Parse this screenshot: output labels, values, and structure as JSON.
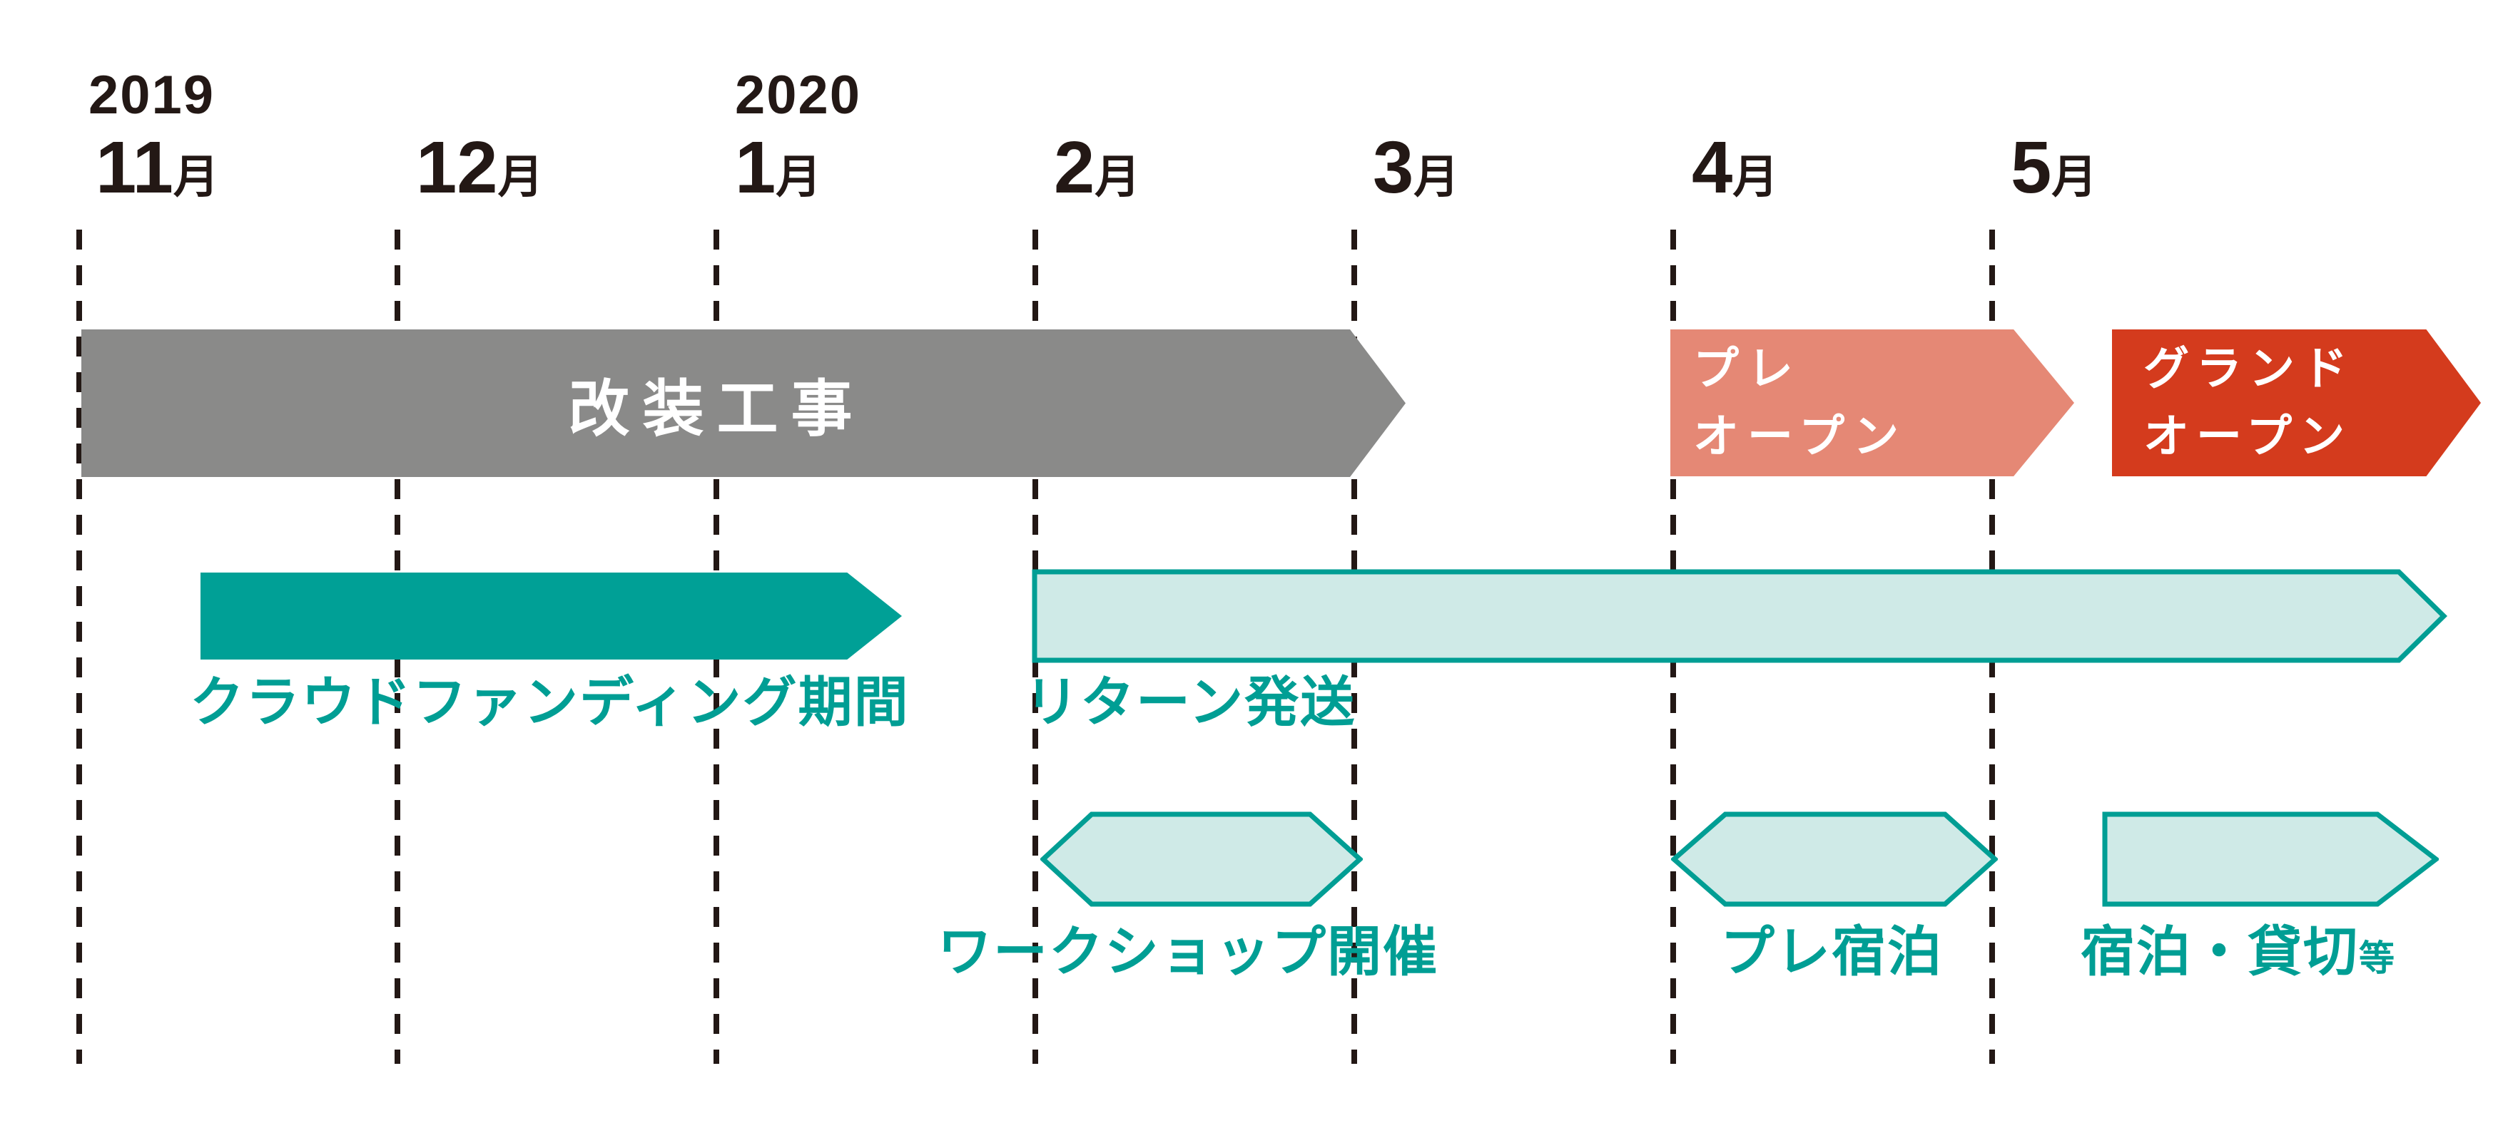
{
  "colors": {
    "text_dark": "#231815",
    "teal": "#00A096",
    "teal_label": "#009E94",
    "light_teal_fill": "#CFEAE7",
    "gray": "#8A8A89",
    "salmon": "#E58875",
    "red": "#D43B1D",
    "white": "#FFFFFF"
  },
  "axis": {
    "years": [
      {
        "label": "2019"
      },
      {
        "label": "2020"
      }
    ],
    "months": [
      {
        "num": "11",
        "suffix": "月"
      },
      {
        "num": "12",
        "suffix": "月"
      },
      {
        "num": "1",
        "suffix": "月"
      },
      {
        "num": "2",
        "suffix": "月"
      },
      {
        "num": "3",
        "suffix": "月"
      },
      {
        "num": "4",
        "suffix": "月"
      },
      {
        "num": "5",
        "suffix": "月"
      }
    ]
  },
  "bars": {
    "renovation": {
      "label": "改装工事"
    },
    "pre_open": {
      "line1": "プレ",
      "line2": "オープン"
    },
    "grand_open": {
      "line1": "グランド",
      "line2": "オープン"
    },
    "crowdfunding": {
      "label": "クラウドファンディング期間"
    },
    "return_shipping": {
      "label": "リターン発送"
    },
    "workshop": {
      "label": "ワークショップ開催"
    },
    "pre_stay": {
      "label": "プレ宿泊"
    },
    "stay": {
      "label": "宿泊・貸切",
      "suffix": "等"
    }
  },
  "chart_data": {
    "type": "gantt",
    "unit": "month",
    "axis_months": [
      "2019-11",
      "2019-12",
      "2020-01",
      "2020-02",
      "2020-03",
      "2020-04",
      "2020-05"
    ],
    "grid": "dashed-vertical-lines-per-month",
    "items": [
      {
        "label": "改装工事",
        "row": 1,
        "start": "2019-11-01",
        "end": "2020-03-01",
        "style": "solid-arrow",
        "color": "#8A8A89",
        "text_color": "#FFFFFF"
      },
      {
        "label": "プレオープン",
        "row": 1,
        "start": "2020-04-01",
        "end": "2020-05-05",
        "style": "solid-arrow",
        "color": "#E58875",
        "text_color": "#FFFFFF"
      },
      {
        "label": "グランドオープン",
        "row": 1,
        "start": "2020-05-12",
        "end": "beyond-chart",
        "style": "solid-arrow",
        "color": "#D43B1D",
        "text_color": "#FFFFFF"
      },
      {
        "label": "クラウドファンディング期間",
        "row": 2,
        "start": "2019-11-12",
        "end": "2020-01-18",
        "style": "solid-arrow",
        "color": "#00A096",
        "label_position": "below"
      },
      {
        "label": "リターン発送",
        "row": 2,
        "start": "2020-02-01",
        "end": "beyond-chart",
        "style": "outlined-arrow",
        "color": "#CFEAE7",
        "stroke": "#009E94",
        "label_position": "below"
      },
      {
        "label": "ワークショップ開催",
        "row": 3,
        "start": "2020-02-01",
        "end": "2020-03-01",
        "style": "outlined-hexagon",
        "color": "#CFEAE7",
        "stroke": "#009E94",
        "label_position": "below"
      },
      {
        "label": "プレ宿泊",
        "row": 3,
        "start": "2020-04-01",
        "end": "2020-05-01",
        "style": "outlined-hexagon",
        "color": "#CFEAE7",
        "stroke": "#009E94",
        "label_position": "below"
      },
      {
        "label": "宿泊・貸切等",
        "row": 3,
        "start": "2020-05-11",
        "end": "beyond-chart",
        "style": "outlined-pentagon",
        "color": "#CFEAE7",
        "stroke": "#009E94",
        "label_position": "below"
      }
    ]
  }
}
